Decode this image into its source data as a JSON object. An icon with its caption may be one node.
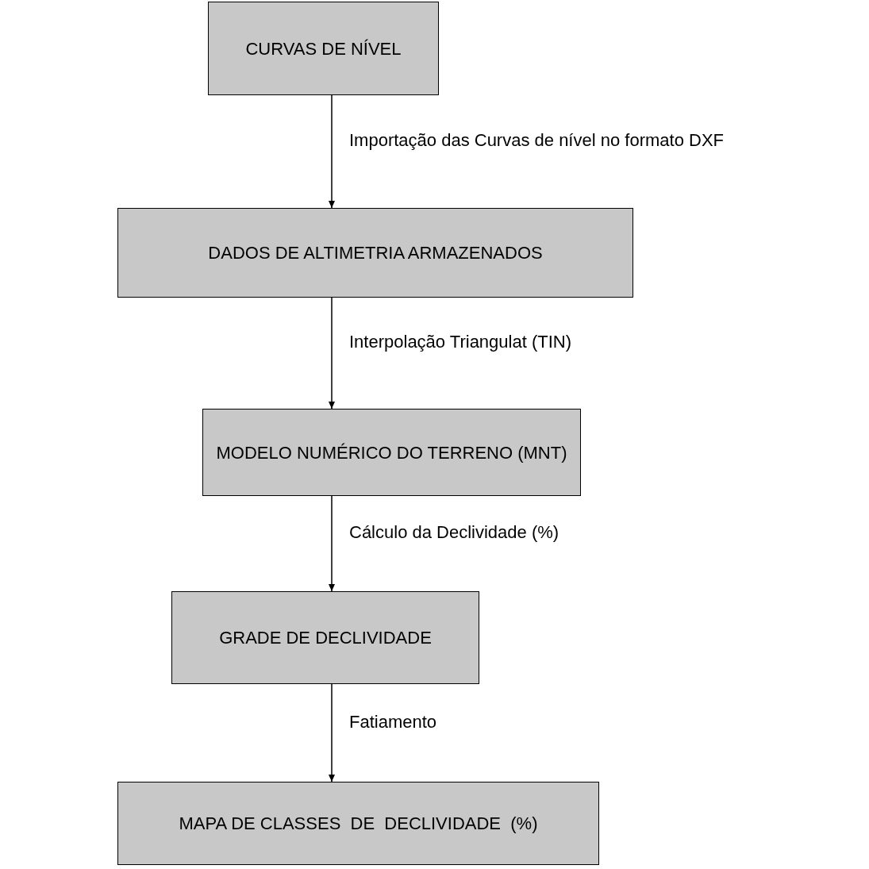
{
  "diagram": {
    "nodes": [
      {
        "text": [
          "CURVAS DE NÍVEL"
        ]
      },
      {
        "text": [
          "DADOS DE ALTIMETRIA ARMAZENADOS"
        ]
      },
      {
        "text": [
          "MODELO NUMÉRICO DO TERRENO (MNT)"
        ]
      },
      {
        "text": [
          "GRADE DE DECLIVIDADE"
        ]
      },
      {
        "text": [
          "MAPA DE CLASSES  DE  DECLIVIDADE  (%)"
        ]
      }
    ],
    "edges": [
      {
        "from": 0,
        "to": 1,
        "arrow": "to",
        "label": "Importação das Curvas de nível no formato DXF"
      },
      {
        "from": 1,
        "to": 2,
        "arrow": "to",
        "label": "Interpolação Triangulat (TIN)"
      },
      {
        "from": 2,
        "to": 3,
        "arrow": "to",
        "label": "Cálculo da Declividade (%)"
      },
      {
        "from": 3,
        "to": 4,
        "arrow": "to",
        "label": "Fatiamento"
      }
    ]
  }
}
